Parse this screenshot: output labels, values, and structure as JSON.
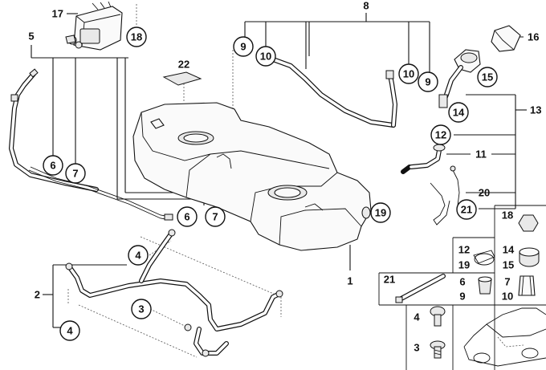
{
  "callouts": [
    {
      "id": "c-18",
      "text": "18"
    },
    {
      "id": "c-9a",
      "text": "9"
    },
    {
      "id": "c-10a",
      "text": "10"
    },
    {
      "id": "c-10b",
      "text": "10"
    },
    {
      "id": "c-9b",
      "text": "9"
    },
    {
      "id": "c-15",
      "text": "15"
    },
    {
      "id": "c-14",
      "text": "14"
    },
    {
      "id": "c-12",
      "text": "12"
    },
    {
      "id": "c-6a",
      "text": "6"
    },
    {
      "id": "c-7a",
      "text": "7"
    },
    {
      "id": "c-6b",
      "text": "6"
    },
    {
      "id": "c-7b",
      "text": "7"
    },
    {
      "id": "c-19",
      "text": "19"
    },
    {
      "id": "c-21",
      "text": "21"
    },
    {
      "id": "c-4a",
      "text": "4"
    },
    {
      "id": "c-3",
      "text": "3"
    },
    {
      "id": "c-4b",
      "text": "4"
    }
  ],
  "labels": [
    {
      "id": "l-17",
      "text": "17"
    },
    {
      "id": "l-8",
      "text": "8"
    },
    {
      "id": "l-5",
      "text": "5"
    },
    {
      "id": "l-16",
      "text": "16"
    },
    {
      "id": "l-22",
      "text": "22"
    },
    {
      "id": "l-13",
      "text": "13"
    },
    {
      "id": "l-11",
      "text": "11"
    },
    {
      "id": "l-20",
      "text": "20"
    },
    {
      "id": "l-1",
      "text": "1"
    },
    {
      "id": "l-2",
      "text": "2"
    }
  ],
  "legend": [
    {
      "id": "g-18",
      "text": "18"
    },
    {
      "id": "g-12",
      "text": "12"
    },
    {
      "id": "g-19",
      "text": "19"
    },
    {
      "id": "g-14",
      "text": "14"
    },
    {
      "id": "g-15",
      "text": "15"
    },
    {
      "id": "g-21",
      "text": "21"
    },
    {
      "id": "g-6",
      "text": "6"
    },
    {
      "id": "g-9",
      "text": "9"
    },
    {
      "id": "g-7",
      "text": "7"
    },
    {
      "id": "g-10",
      "text": "10"
    },
    {
      "id": "g-4",
      "text": "4"
    },
    {
      "id": "g-3",
      "text": "3"
    }
  ]
}
